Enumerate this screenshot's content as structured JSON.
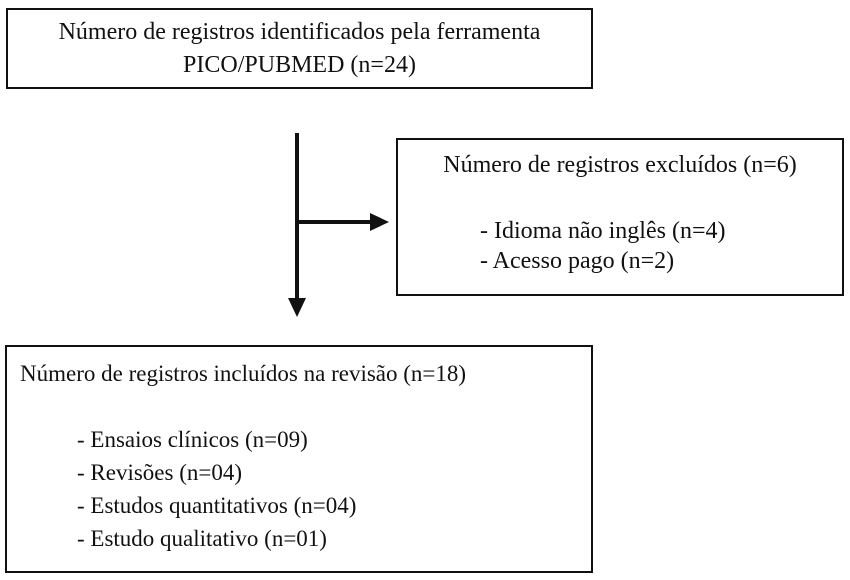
{
  "top_box": {
    "line1": "Número de registros identificados pela ferramenta",
    "line2": "PICO/PUBMED (n=24)"
  },
  "excluded_box": {
    "title": "Número de registros excluídos (n=6)",
    "items": [
      "- Idioma não inglês (n=4)",
      "- Acesso pago (n=2)"
    ]
  },
  "included_box": {
    "title": "Número de registros incluídos na revisão (n=18)",
    "items": [
      "- Ensaios clínicos (n=09)",
      "- Revisões (n=04)",
      "- Estudos quantitativos (n=04)",
      "- Estudo qualitativo (n=01)"
    ]
  },
  "colors": {
    "text": "#111111",
    "border": "#111111",
    "background": "#ffffff",
    "arrow": "#111111"
  }
}
